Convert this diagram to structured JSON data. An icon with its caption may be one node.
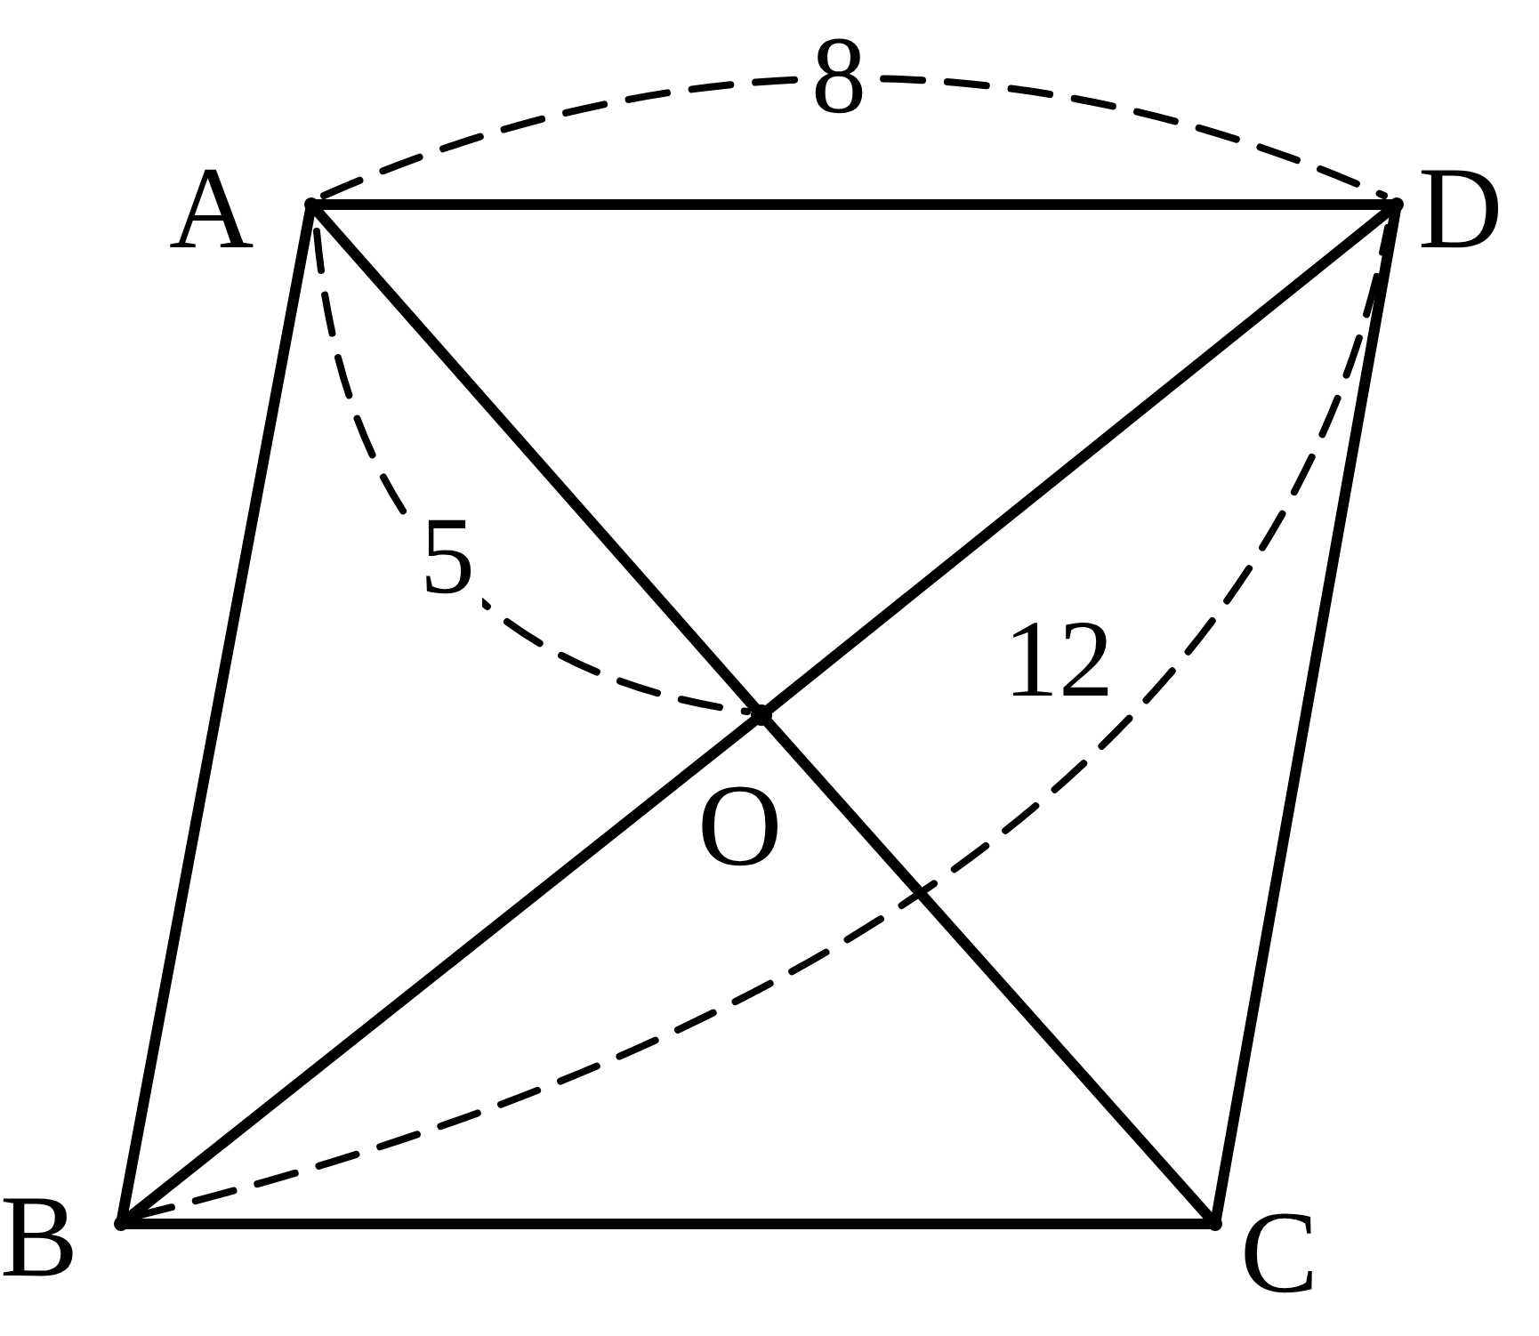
{
  "diagram": {
    "nodes": [
      {
        "text": [
          "A"
        ]
      },
      {
        "text": [
          "D"
        ]
      },
      {
        "text": [
          "O"
        ]
      },
      {
        "text": [
          "B"
        ]
      },
      {
        "text": [
          "C"
        ]
      }
    ],
    "edges": [
      {
        "from": 0,
        "to": 1,
        "arrow": "none"
      },
      {
        "from": 0,
        "to": 3,
        "arrow": "none"
      },
      {
        "from": 1,
        "to": 4,
        "arrow": "none"
      },
      {
        "from": 3,
        "to": 4,
        "arrow": "none"
      },
      {
        "from": 0,
        "to": 2,
        "arrow": "none"
      },
      {
        "from": 2,
        "to": 4,
        "arrow": "none"
      },
      {
        "from": 3,
        "to": 2,
        "arrow": "none"
      },
      {
        "from": 2,
        "to": 1,
        "arrow": "none"
      }
    ],
    "labels": [
      "8",
      "5",
      "12"
    ]
  }
}
